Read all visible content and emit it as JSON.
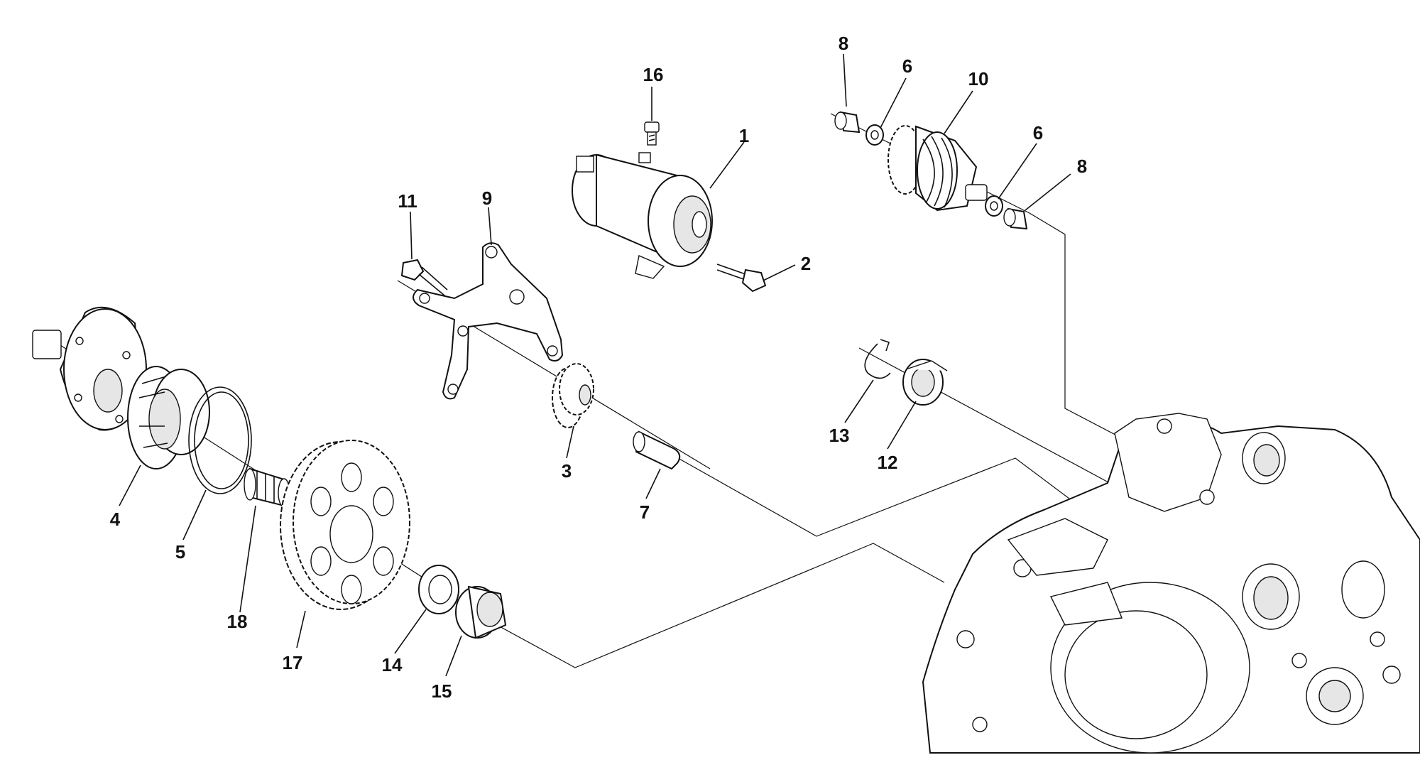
{
  "diagram": {
    "parts": [
      {
        "id": "p1",
        "label": "1"
      },
      {
        "id": "p2",
        "label": "2"
      },
      {
        "id": "p3",
        "label": "3"
      },
      {
        "id": "p4",
        "label": "4"
      },
      {
        "id": "p5",
        "label": "5"
      },
      {
        "id": "p6a",
        "label": "6"
      },
      {
        "id": "p6b",
        "label": "6"
      },
      {
        "id": "p7",
        "label": "7"
      },
      {
        "id": "p8a",
        "label": "8"
      },
      {
        "id": "p8b",
        "label": "8"
      },
      {
        "id": "p9",
        "label": "9"
      },
      {
        "id": "p10",
        "label": "10"
      },
      {
        "id": "p11",
        "label": "11"
      },
      {
        "id": "p12",
        "label": "12"
      },
      {
        "id": "p13",
        "label": "13"
      },
      {
        "id": "p14",
        "label": "14"
      },
      {
        "id": "p15",
        "label": "15"
      },
      {
        "id": "p16",
        "label": "16"
      },
      {
        "id": "p17",
        "label": "17"
      },
      {
        "id": "p18",
        "label": "18"
      }
    ]
  }
}
